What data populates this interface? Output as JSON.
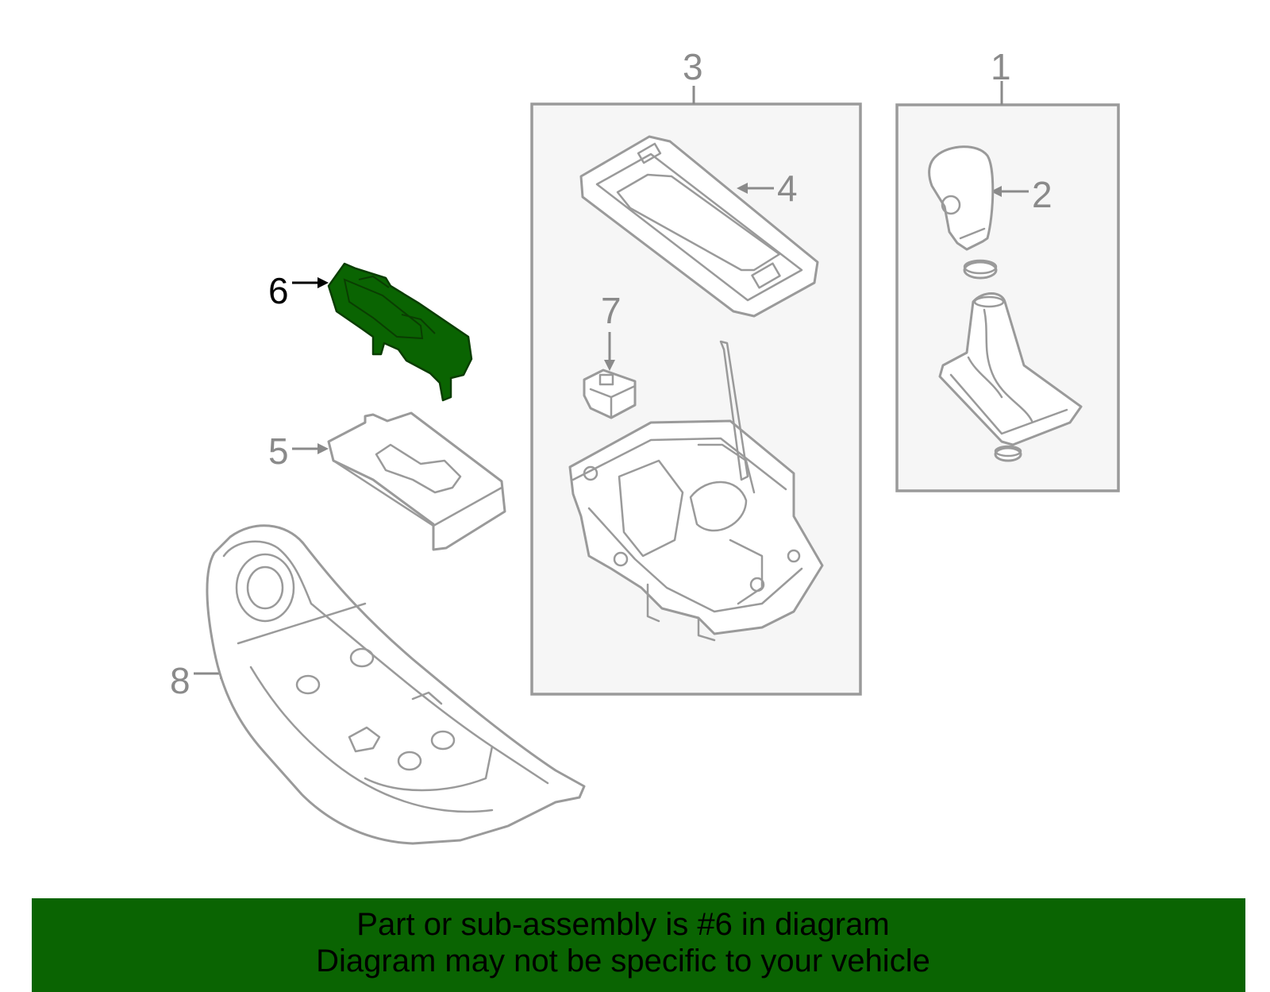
{
  "diagram": {
    "callouts": [
      {
        "label": "1"
      },
      {
        "label": "2"
      },
      {
        "label": "3"
      },
      {
        "label": "4"
      },
      {
        "label": "5"
      },
      {
        "label": "6"
      },
      {
        "label": "7"
      },
      {
        "label": "8"
      }
    ],
    "highlight_color": "#0a6402",
    "line_color": "#9a9a9a"
  },
  "banner": {
    "line1": "Part or sub-assembly is #6 in diagram",
    "line2": "Diagram may not be specific to your vehicle",
    "background": "#0a6402"
  }
}
